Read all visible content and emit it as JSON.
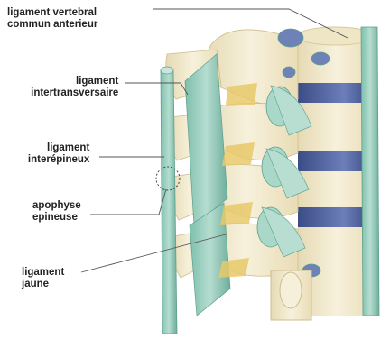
{
  "labels": {
    "vertebral": {
      "line1": "ligament vertebral",
      "line2": "commun anterieur"
    },
    "intertransversaire": {
      "line1": "ligament",
      "line2": "intertransversaire"
    },
    "interepineux": {
      "line1": "ligament",
      "line2": "interépineux"
    },
    "apophyse": {
      "line1": "apophyse",
      "line2": "epineuse"
    },
    "jaune": {
      "line1": "ligament",
      "line2": "jaune"
    }
  },
  "colors": {
    "bone": "#f3ecd2",
    "bone_shade": "#e3d6ae",
    "ligament": "#9ccfbf",
    "ligament_dark": "#5f9f8c",
    "disc": "#4a5d96",
    "yellow_ligament": "#e8c96a",
    "leader_line": "#555555",
    "text": "#222222"
  }
}
